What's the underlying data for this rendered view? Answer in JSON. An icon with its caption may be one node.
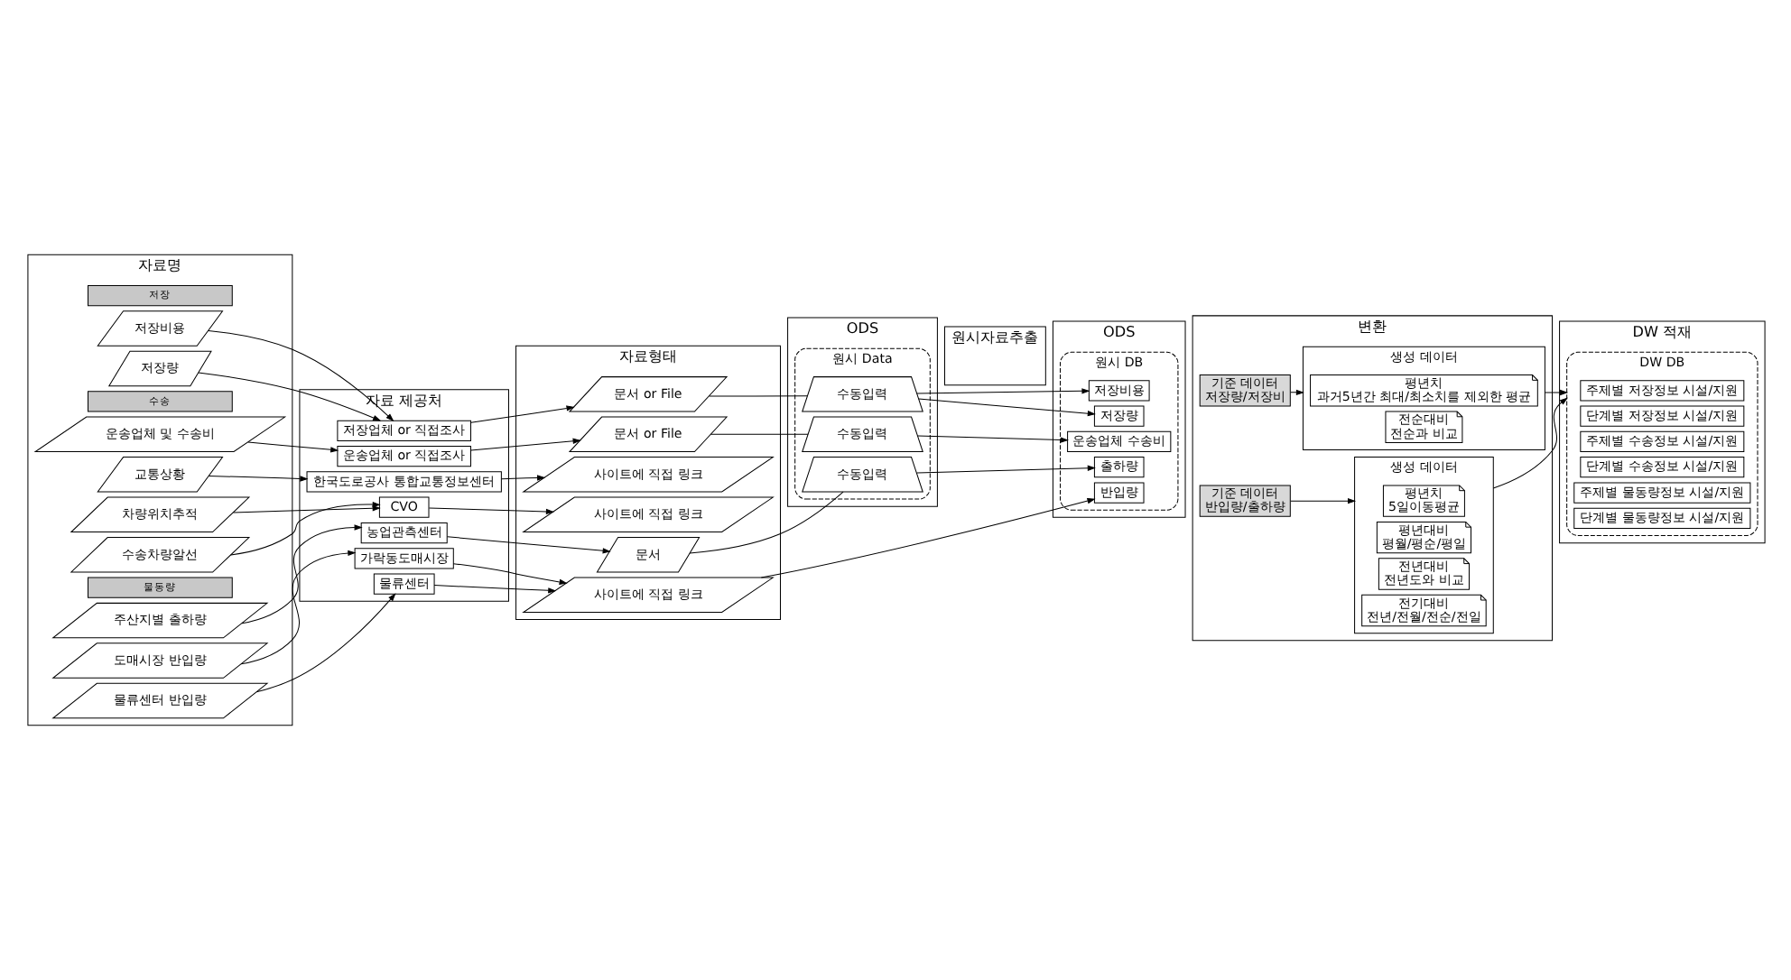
{
  "diagram": {
    "nodes": [
      {
        "text": [
          "자료명"
        ]
      },
      {
        "text": [
          "자료 제공처"
        ]
      },
      {
        "text": [
          "자료형태"
        ]
      },
      {
        "text": [
          "ODS"
        ]
      },
      {
        "text": [
          "원시 Data"
        ],
        "in": 3
      },
      {
        "text": [
          "원시자료추출"
        ]
      },
      {
        "text": [
          "ODS"
        ]
      },
      {
        "text": [
          "원시 DB"
        ],
        "in": 6
      },
      {
        "text": [
          "변환"
        ]
      },
      {
        "text": [
          "DW 적재"
        ]
      },
      {
        "text": [
          "DW DB"
        ],
        "in": 9
      },
      {
        "text": [
          "저장"
        ],
        "in": 0
      },
      {
        "text": [
          "저장비용"
        ],
        "in": 0
      },
      {
        "text": [
          "저장량"
        ],
        "in": 0
      },
      {
        "text": [
          "수송"
        ],
        "in": 0
      },
      {
        "text": [
          "운송업체 및 수송비"
        ],
        "in": 0
      },
      {
        "text": [
          "교통상황"
        ],
        "in": 0
      },
      {
        "text": [
          "차량위치추적"
        ],
        "in": 0
      },
      {
        "text": [
          "수송차량알선"
        ],
        "in": 0
      },
      {
        "text": [
          "물동량"
        ],
        "in": 0
      },
      {
        "text": [
          "도매시장 반입량"
        ],
        "in": 0
      },
      {
        "text": [
          "물류센터 반입량"
        ],
        "in": 0
      },
      {
        "text": [
          "주산지별 출하량"
        ],
        "in": 0
      },
      {
        "text": [
          "저장업체 or 직접조사"
        ],
        "in": 1
      },
      {
        "text": [
          "운송업체 or 직접조사"
        ],
        "in": 1
      },
      {
        "text": [
          "한국도로공사 통합교통정보센터"
        ],
        "in": 1
      },
      {
        "text": [
          "CVO"
        ],
        "in": 1
      },
      {
        "text": [
          "가락동도매시장"
        ],
        "in": 1
      },
      {
        "text": [
          "물류센터"
        ],
        "in": 1
      },
      {
        "text": [
          "농업관측센터"
        ],
        "in": 1
      },
      {
        "text": [
          "문서 or File"
        ],
        "in": 2
      },
      {
        "text": [
          "문서 or File"
        ],
        "in": 2
      },
      {
        "text": [
          "사이트에 직접 링크"
        ],
        "in": 2
      },
      {
        "text": [
          "사이트에 직접 링크"
        ],
        "in": 2
      },
      {
        "text": [
          "사이트에 직접 링크"
        ],
        "in": 2
      },
      {
        "text": [
          "문서"
        ],
        "in": 2
      },
      {
        "text": [
          "수동입력"
        ],
        "in": 4
      },
      {
        "text": [
          "수동입력"
        ],
        "in": 4
      },
      {
        "text": [
          "수동입력"
        ],
        "in": 4
      },
      {
        "text": [
          "저장비용"
        ],
        "in": 7
      },
      {
        "text": [
          "저장량"
        ],
        "in": 7
      },
      {
        "text": [
          "운송업체 수송비"
        ],
        "in": 7
      },
      {
        "text": [
          "반입량"
        ],
        "in": 7
      },
      {
        "text": [
          "출하량"
        ],
        "in": 7
      },
      {
        "text": [
          "기준 데이터",
          "저장량/저장비"
        ],
        "in": 8
      },
      {
        "text": [
          "생성 데이터"
        ],
        "in": 8
      },
      {
        "text": [
          "평년치",
          "과거5년간 최대/최소치를 제외한 평균"
        ],
        "in": 45
      },
      {
        "text": [
          "전순대비",
          "전순과 비교"
        ],
        "in": 45
      },
      {
        "text": [
          "기준 데이터",
          "반입량/출하량"
        ],
        "in": 8
      },
      {
        "text": [
          "생성 데이터"
        ],
        "in": 8
      },
      {
        "text": [
          "평년치",
          "5일이동평균"
        ],
        "in": 49
      },
      {
        "text": [
          "평년대비",
          "평월/평순/평일"
        ],
        "in": 49
      },
      {
        "text": [
          "전년대비",
          "전년도와 비교"
        ],
        "in": 49
      },
      {
        "text": [
          "전기대비",
          "전년/전월/전순/전일"
        ],
        "in": 49
      },
      {
        "text": [
          "주제별 저장정보 시설/지원"
        ],
        "in": 10
      },
      {
        "text": [
          "단계별 저장정보 시설/지원"
        ],
        "in": 10
      },
      {
        "text": [
          "주제별 수송정보 시설/지원"
        ],
        "in": 10
      },
      {
        "text": [
          "단계별 수송정보 시설/지원"
        ],
        "in": 10
      },
      {
        "text": [
          "주제별 물동량정보 시설/지원"
        ],
        "in": 10
      },
      {
        "text": [
          "단계별 물동량정보 시설/지원"
        ],
        "in": 10
      }
    ],
    "edges": [
      {
        "from": 12,
        "to": 23,
        "arrow": "to"
      },
      {
        "from": 13,
        "to": 23,
        "arrow": "to"
      },
      {
        "from": 23,
        "to": 30,
        "arrow": "to"
      },
      {
        "from": 30,
        "to": 36,
        "arrow": "none"
      },
      {
        "from": 36,
        "to": 39,
        "arrow": "to"
      },
      {
        "from": 36,
        "to": 40,
        "arrow": "to"
      },
      {
        "from": 15,
        "to": 24,
        "arrow": "to"
      },
      {
        "from": 16,
        "to": 25,
        "arrow": "to"
      },
      {
        "from": 24,
        "to": 31,
        "arrow": "to"
      },
      {
        "from": 25,
        "to": 32,
        "arrow": "to"
      },
      {
        "from": 17,
        "to": 26,
        "arrow": "to"
      },
      {
        "from": 18,
        "to": 26,
        "arrow": "to"
      },
      {
        "from": 26,
        "to": 33,
        "arrow": "to"
      },
      {
        "from": 31,
        "to": 37,
        "arrow": "none"
      },
      {
        "from": 37,
        "to": 41,
        "arrow": "to"
      },
      {
        "from": 20,
        "to": 27,
        "arrow": "to"
      },
      {
        "from": 21,
        "to": 28,
        "arrow": "to"
      },
      {
        "from": 22,
        "to": 29,
        "arrow": "to"
      },
      {
        "from": 27,
        "to": 34,
        "arrow": "to"
      },
      {
        "from": 28,
        "to": 34,
        "arrow": "to"
      },
      {
        "from": 29,
        "to": 35,
        "arrow": "to"
      },
      {
        "from": 34,
        "to": 42,
        "arrow": "to"
      },
      {
        "from": 35,
        "to": 38,
        "arrow": "none"
      },
      {
        "from": 38,
        "to": 43,
        "arrow": "to"
      },
      {
        "from": 44,
        "to": 45,
        "arrow": "to"
      },
      {
        "from": 45,
        "to": 10,
        "arrow": "to"
      },
      {
        "from": 48,
        "to": 49,
        "arrow": "to"
      },
      {
        "from": 49,
        "to": 10,
        "arrow": "to"
      }
    ]
  }
}
